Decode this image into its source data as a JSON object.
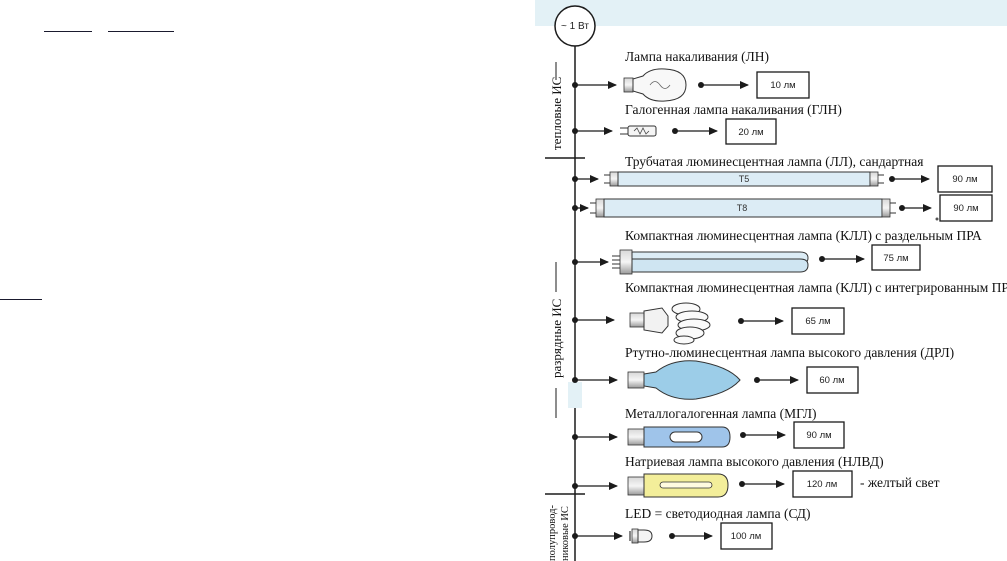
{
  "source_label": "~ 1 Вт",
  "categories": {
    "thermal": "тепловые ИС",
    "discharge": "разрядные ИС",
    "semiconductor_line1": "полупровод-",
    "semiconductor_line2": "никовые ИС"
  },
  "lamps": [
    {
      "title": "Лампа накаливания (ЛН)",
      "value": "10 лм"
    },
    {
      "title": "Галогенная лампа накаливания (ГЛН)",
      "value": "20 лм"
    },
    {
      "title": "Трубчатая люминесцентная лампа (ЛЛ), сандартная",
      "tubes": [
        {
          "label": "T5",
          "value": "90 лм"
        },
        {
          "label": "T8",
          "value": "90 лм"
        }
      ]
    },
    {
      "title": "Компактная люминесцентная лампа (КЛЛ) с раздельным ПРА",
      "value": "75 лм"
    },
    {
      "title": "Компактная люминесцентная лампа (КЛЛ) с интегрированным ПРА",
      "value": "65 лм"
    },
    {
      "title": "Ртутно-люминесцентная лампа высокого давления (ДРЛ)",
      "value": "60 лм"
    },
    {
      "title": "Металлогалогенная лампа (МГЛ)",
      "value": "90 лм"
    },
    {
      "title": "Натриевая лампа высокого давления (НЛВД)",
      "value": "120 лм",
      "note": "- желтый свет"
    },
    {
      "title": "LED = светодиодная лампа (СД)",
      "value": "100 лм"
    }
  ],
  "colors": {
    "band": "#e3f1f6",
    "tube_fill": "#dcecf5",
    "bulb_blue": "#9ccde8",
    "metal_halide": "#9fc4ea",
    "sodium": "#f3ee9a",
    "ink": "#1b1b1b"
  }
}
